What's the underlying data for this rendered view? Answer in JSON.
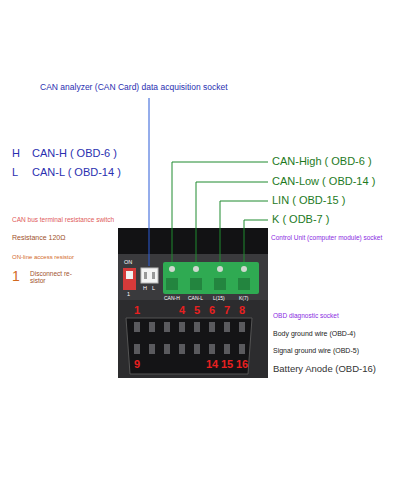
{
  "diagram": {
    "labels": [
      "CAN analyzer (CAN Card) data acquisition socket",
      "H",
      "CAN-H ( OBD-6 )",
      "L",
      "CAN-L ( OBD-14 )",
      "CAN-High ( OBD-6 )",
      "CAN-Low ( OBD-14 )",
      "LIN ( OBD-15 )",
      "K ( ODB-7 )",
      "CAN bus terminal resistance switch",
      "Resistance 120Ω",
      "Control Unit (computer module) socket",
      "ON-line access resistor",
      "1",
      "Disconnect re- sistor",
      "ON",
      "1",
      "H",
      "L",
      "CAN-H",
      "CAN-L",
      "L(15)",
      "K(7)",
      "OBD diagnostic socket",
      "1",
      "4",
      "5",
      "6",
      "7",
      "8",
      "Body ground wire (OBD-4)",
      "Signal ground wire (OBD-5)",
      "9",
      "14",
      "15",
      "16",
      "Battery Anode (OBD-16)"
    ]
  }
}
